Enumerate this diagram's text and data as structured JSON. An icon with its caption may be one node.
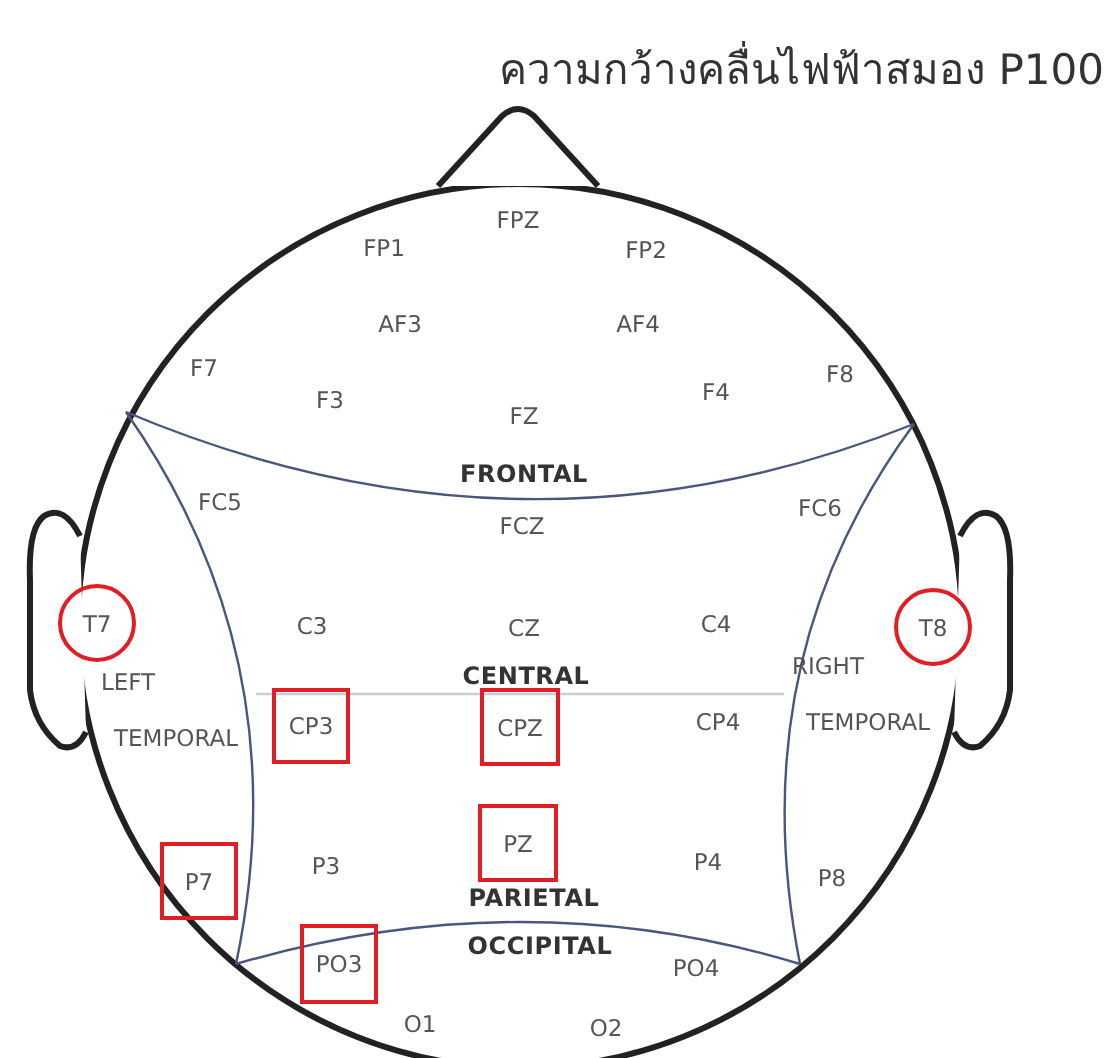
{
  "diagram": {
    "title": "ความกว้างคลื่นไฟฟ้าสมอง P100",
    "nodes": [
      {
        "text": [
          "T7"
        ]
      },
      {
        "text": [
          "T8"
        ]
      },
      {
        "text": [
          "CP3"
        ]
      },
      {
        "text": [
          "CPZ"
        ]
      },
      {
        "text": [
          "PZ"
        ]
      },
      {
        "text": [
          "P7"
        ]
      },
      {
        "text": [
          "PO3"
        ]
      }
    ],
    "labels": [
      "FPZ",
      "FP1",
      "FP2",
      "AF3",
      "AF4",
      "F7",
      "F8",
      "F3",
      "F4",
      "FZ",
      "FRONTAL",
      "FC5",
      "FC6",
      "FCZ",
      "C3",
      "CZ",
      "C4",
      "LEFT",
      "RIGHT",
      "CENTRAL",
      "CP4",
      "TEMPORAL",
      "TEMPORAL",
      "P3",
      "P4",
      "P8",
      "PARIETAL",
      "OCCIPITAL",
      "PO4",
      "O1",
      "O2"
    ]
  }
}
